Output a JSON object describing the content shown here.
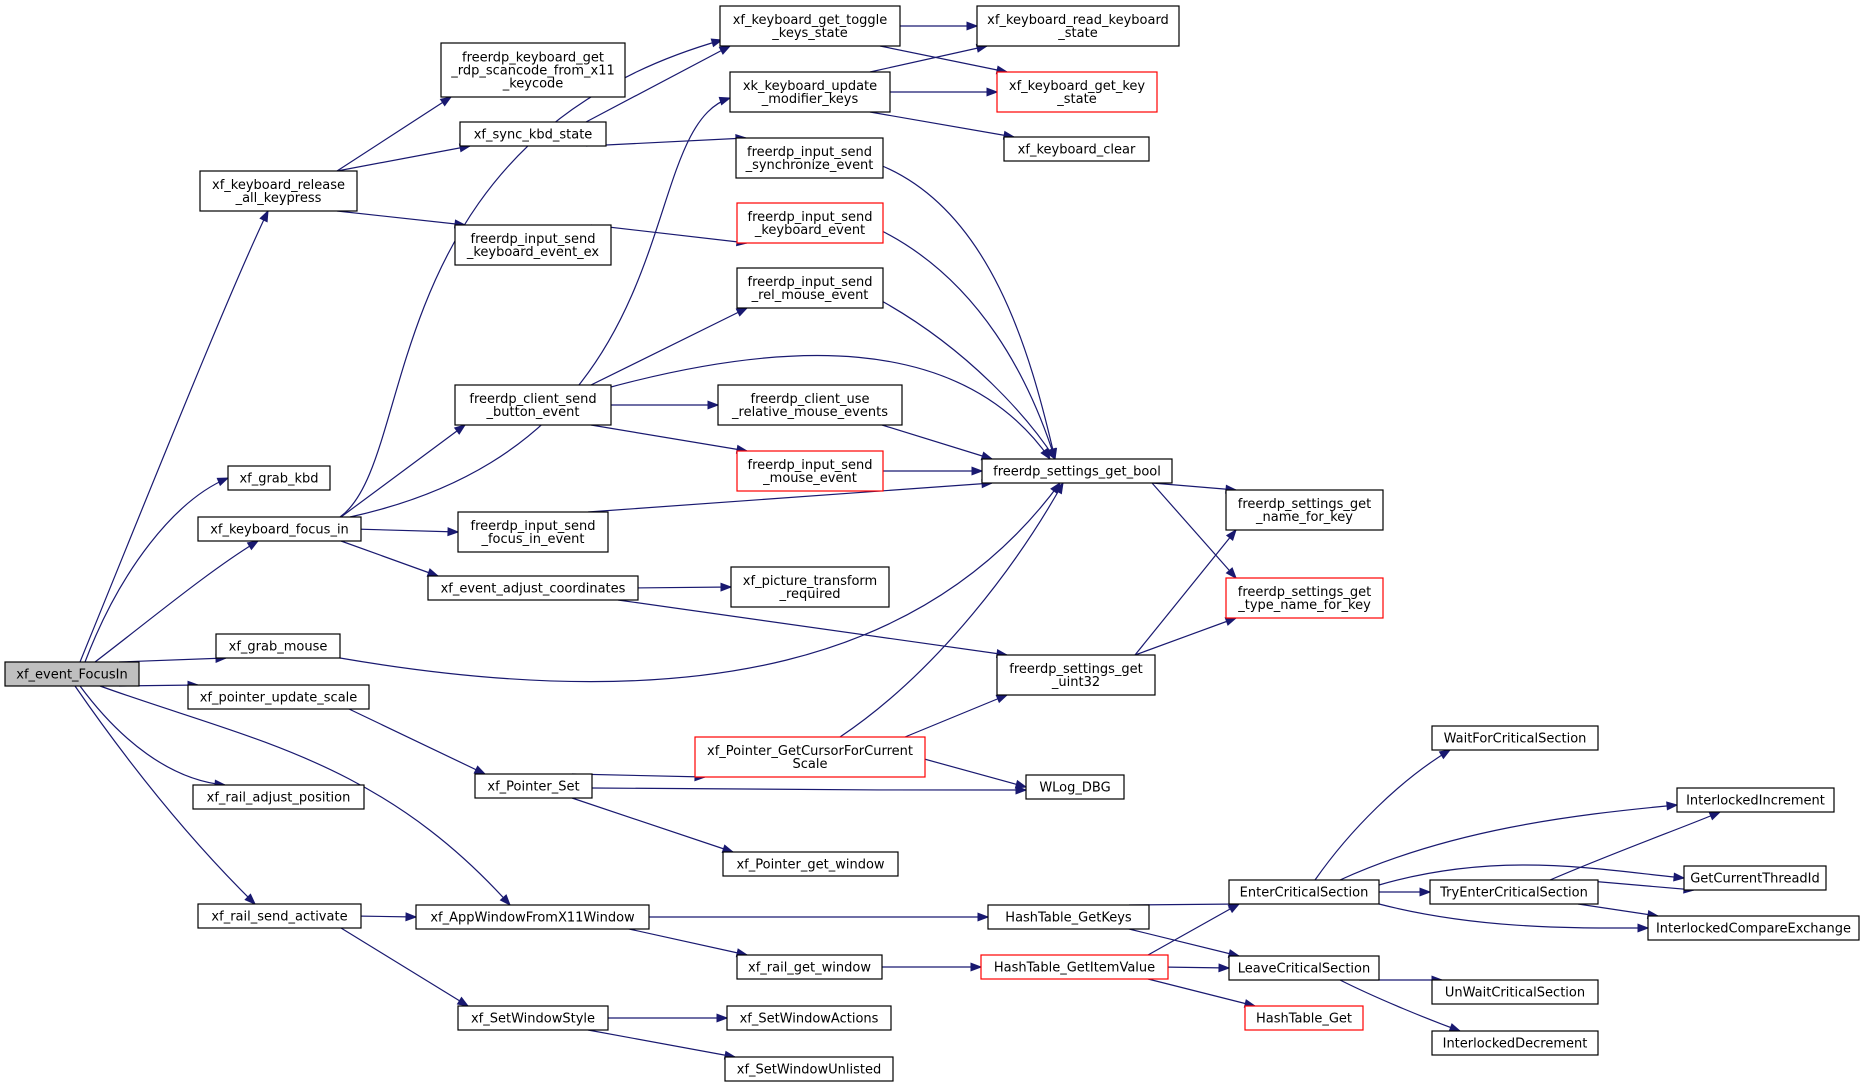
{
  "colors": {
    "edge": "#191970",
    "node_border": "#000000",
    "node_fill": "#ffffff",
    "root_fill": "#bfbfbf",
    "truncated_border": "#ff0000"
  },
  "graph": {
    "nodes": [
      {
        "id": "focusin",
        "lines": [
          "xf_event_FocusIn"
        ],
        "root": true
      },
      {
        "id": "release_all",
        "lines": [
          "xf_keyboard_release",
          "_all_keypress"
        ]
      },
      {
        "id": "grab_kbd",
        "lines": [
          "xf_grab_kbd"
        ]
      },
      {
        "id": "kbd_focus_in",
        "lines": [
          "xf_keyboard_focus_in"
        ]
      },
      {
        "id": "grab_mouse",
        "lines": [
          "xf_grab_mouse"
        ]
      },
      {
        "id": "ptr_update_scale",
        "lines": [
          "xf_pointer_update_scale"
        ]
      },
      {
        "id": "rail_adjust",
        "lines": [
          "xf_rail_adjust_position"
        ]
      },
      {
        "id": "rail_send_activate",
        "lines": [
          "xf_rail_send_activate"
        ]
      },
      {
        "id": "rdp_scancode",
        "lines": [
          "freerdp_keyboard_get",
          "_rdp_scancode_from_x11",
          "_keycode"
        ]
      },
      {
        "id": "sync_kbd",
        "lines": [
          "xf_sync_kbd_state"
        ]
      },
      {
        "id": "send_kbd_ex",
        "lines": [
          "freerdp_input_send",
          "_keyboard_event_ex"
        ]
      },
      {
        "id": "client_send_button",
        "lines": [
          "freerdp_client_send",
          "_button_event"
        ]
      },
      {
        "id": "send_focus_in",
        "lines": [
          "freerdp_input_send",
          "_focus_in_event"
        ]
      },
      {
        "id": "adjust_coords",
        "lines": [
          "xf_event_adjust_coordinates"
        ]
      },
      {
        "id": "pointer_set",
        "lines": [
          "xf_Pointer_Set"
        ]
      },
      {
        "id": "appwindow_x11",
        "lines": [
          "xf_AppWindowFromX11Window"
        ]
      },
      {
        "id": "set_window_style",
        "lines": [
          "xf_SetWindowStyle"
        ]
      },
      {
        "id": "get_toggle",
        "lines": [
          "xf_keyboard_get_toggle",
          "_keys_state"
        ]
      },
      {
        "id": "update_mod",
        "lines": [
          "xk_keyboard_update",
          "_modifier_keys"
        ]
      },
      {
        "id": "send_sync",
        "lines": [
          "freerdp_input_send",
          "_synchronize_event"
        ]
      },
      {
        "id": "send_kbd_event",
        "lines": [
          "freerdp_input_send",
          "_keyboard_event"
        ],
        "truncated": true
      },
      {
        "id": "send_rel_mouse",
        "lines": [
          "freerdp_input_send",
          "_rel_mouse_event"
        ]
      },
      {
        "id": "client_use_rel",
        "lines": [
          "freerdp_client_use",
          "_relative_mouse_events"
        ]
      },
      {
        "id": "send_mouse",
        "lines": [
          "freerdp_input_send",
          "_mouse_event"
        ],
        "truncated": true
      },
      {
        "id": "picture_transform",
        "lines": [
          "xf_picture_transform",
          "_required"
        ]
      },
      {
        "id": "cursor_scale",
        "lines": [
          "xf_Pointer_GetCursorForCurrent",
          "Scale"
        ],
        "truncated": true
      },
      {
        "id": "ptr_get_window",
        "lines": [
          "xf_Pointer_get_window"
        ]
      },
      {
        "id": "rail_get_window",
        "lines": [
          "xf_rail_get_window"
        ]
      },
      {
        "id": "set_actions",
        "lines": [
          "xf_SetWindowActions"
        ]
      },
      {
        "id": "set_unlisted",
        "lines": [
          "xf_SetWindowUnlisted"
        ]
      },
      {
        "id": "read_kbd",
        "lines": [
          "xf_keyboard_read_keyboard",
          "_state"
        ]
      },
      {
        "id": "get_key_state",
        "lines": [
          "xf_keyboard_get_key",
          "_state"
        ],
        "truncated": true
      },
      {
        "id": "kbd_clear",
        "lines": [
          "xf_keyboard_clear"
        ]
      },
      {
        "id": "get_bool",
        "lines": [
          "freerdp_settings_get_bool"
        ]
      },
      {
        "id": "get_uint32",
        "lines": [
          "freerdp_settings_get",
          "_uint32"
        ]
      },
      {
        "id": "wlog_dbg",
        "lines": [
          "WLog_DBG"
        ]
      },
      {
        "id": "ht_getkeys",
        "lines": [
          "HashTable_GetKeys"
        ]
      },
      {
        "id": "ht_getitem",
        "lines": [
          "HashTable_GetItemValue"
        ],
        "truncated": true
      },
      {
        "id": "name_for_key",
        "lines": [
          "freerdp_settings_get",
          "_name_for_key"
        ]
      },
      {
        "id": "type_name_for_key",
        "lines": [
          "freerdp_settings_get",
          "_type_name_for_key"
        ],
        "truncated": true
      },
      {
        "id": "enter_cs",
        "lines": [
          "EnterCriticalSection"
        ]
      },
      {
        "id": "leave_cs",
        "lines": [
          "LeaveCriticalSection"
        ]
      },
      {
        "id": "ht_get",
        "lines": [
          "HashTable_Get"
        ],
        "truncated": true
      },
      {
        "id": "wait_cs",
        "lines": [
          "WaitForCriticalSection"
        ]
      },
      {
        "id": "try_enter_cs",
        "lines": [
          "TryEnterCriticalSection"
        ]
      },
      {
        "id": "unwait_cs",
        "lines": [
          "UnWaitCriticalSection"
        ]
      },
      {
        "id": "interlocked_dec",
        "lines": [
          "InterlockedDecrement"
        ]
      },
      {
        "id": "interlocked_inc",
        "lines": [
          "InterlockedIncrement"
        ]
      },
      {
        "id": "current_thread",
        "lines": [
          "GetCurrentThreadId"
        ]
      },
      {
        "id": "interlocked_cmpx",
        "lines": [
          "InterlockedCompareExchange"
        ]
      }
    ],
    "edges": [
      [
        "focusin",
        "release_all"
      ],
      [
        "focusin",
        "grab_kbd"
      ],
      [
        "focusin",
        "kbd_focus_in"
      ],
      [
        "focusin",
        "grab_mouse"
      ],
      [
        "focusin",
        "ptr_update_scale"
      ],
      [
        "focusin",
        "rail_adjust"
      ],
      [
        "focusin",
        "rail_send_activate"
      ],
      [
        "focusin",
        "appwindow_x11"
      ],
      [
        "release_all",
        "rdp_scancode"
      ],
      [
        "release_all",
        "sync_kbd"
      ],
      [
        "release_all",
        "send_kbd_ex"
      ],
      [
        "sync_kbd",
        "get_toggle"
      ],
      [
        "sync_kbd",
        "send_sync"
      ],
      [
        "send_kbd_ex",
        "send_kbd_event"
      ],
      [
        "kbd_focus_in",
        "get_toggle"
      ],
      [
        "kbd_focus_in",
        "update_mod"
      ],
      [
        "kbd_focus_in",
        "client_send_button"
      ],
      [
        "kbd_focus_in",
        "send_focus_in"
      ],
      [
        "kbd_focus_in",
        "adjust_coords"
      ],
      [
        "grab_mouse",
        "get_bool"
      ],
      [
        "ptr_update_scale",
        "pointer_set"
      ],
      [
        "rail_send_activate",
        "appwindow_x11"
      ],
      [
        "rail_send_activate",
        "set_window_style"
      ],
      [
        "client_send_button",
        "send_rel_mouse"
      ],
      [
        "client_send_button",
        "get_bool"
      ],
      [
        "client_send_button",
        "client_use_rel"
      ],
      [
        "client_send_button",
        "send_mouse"
      ],
      [
        "send_focus_in",
        "get_bool"
      ],
      [
        "adjust_coords",
        "picture_transform"
      ],
      [
        "adjust_coords",
        "get_uint32"
      ],
      [
        "pointer_set",
        "cursor_scale"
      ],
      [
        "pointer_set",
        "wlog_dbg"
      ],
      [
        "pointer_set",
        "ptr_get_window"
      ],
      [
        "appwindow_x11",
        "ht_getkeys"
      ],
      [
        "appwindow_x11",
        "rail_get_window"
      ],
      [
        "set_window_style",
        "set_actions"
      ],
      [
        "set_window_style",
        "set_unlisted"
      ],
      [
        "get_toggle",
        "read_kbd"
      ],
      [
        "get_toggle",
        "get_key_state"
      ],
      [
        "update_mod",
        "read_kbd"
      ],
      [
        "update_mod",
        "get_key_state"
      ],
      [
        "update_mod",
        "kbd_clear"
      ],
      [
        "send_sync",
        "get_bool"
      ],
      [
        "send_kbd_event",
        "get_bool"
      ],
      [
        "send_rel_mouse",
        "get_bool"
      ],
      [
        "client_use_rel",
        "get_bool"
      ],
      [
        "send_mouse",
        "get_bool"
      ],
      [
        "cursor_scale",
        "get_bool"
      ],
      [
        "cursor_scale",
        "get_uint32"
      ],
      [
        "cursor_scale",
        "wlog_dbg"
      ],
      [
        "rail_get_window",
        "ht_getitem"
      ],
      [
        "get_bool",
        "name_for_key"
      ],
      [
        "get_bool",
        "type_name_for_key"
      ],
      [
        "get_uint32",
        "name_for_key"
      ],
      [
        "get_uint32",
        "type_name_for_key"
      ],
      [
        "ht_getkeys",
        "enter_cs"
      ],
      [
        "ht_getkeys",
        "leave_cs"
      ],
      [
        "ht_getitem",
        "enter_cs"
      ],
      [
        "ht_getitem",
        "leave_cs"
      ],
      [
        "ht_getitem",
        "ht_get"
      ],
      [
        "enter_cs",
        "wait_cs"
      ],
      [
        "enter_cs",
        "interlocked_inc"
      ],
      [
        "enter_cs",
        "current_thread"
      ],
      [
        "enter_cs",
        "try_enter_cs"
      ],
      [
        "enter_cs",
        "interlocked_cmpx"
      ],
      [
        "try_enter_cs",
        "interlocked_inc"
      ],
      [
        "try_enter_cs",
        "current_thread"
      ],
      [
        "try_enter_cs",
        "interlocked_cmpx"
      ],
      [
        "leave_cs",
        "unwait_cs"
      ],
      [
        "leave_cs",
        "interlocked_dec"
      ]
    ]
  }
}
